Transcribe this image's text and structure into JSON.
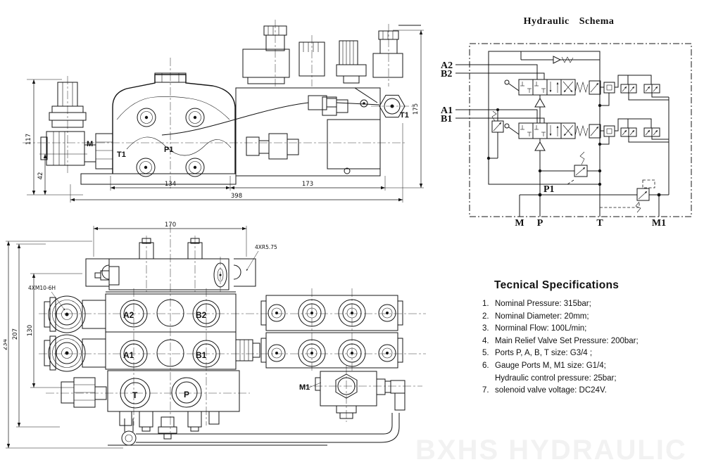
{
  "schema": {
    "title": "Hydraulic Schema",
    "port_labels": {
      "a2": "A2",
      "b2": "B2",
      "a1": "A1",
      "b1": "B1",
      "p1": "P1",
      "m": "M",
      "p": "P",
      "t": "T",
      "m1": "M1"
    }
  },
  "side_view": {
    "dimensions": {
      "height_total": "117",
      "height_lower": "42",
      "width_left": "134",
      "width_right": "173",
      "width_total": "398",
      "height_right": "175"
    },
    "port_labels": {
      "m": "M",
      "t1": "T1",
      "p1": "P1",
      "t1_right": "T1"
    }
  },
  "front_view": {
    "dimensions": {
      "width_top": "170",
      "height_total": "234",
      "height_mid": "207",
      "height_inner": "130"
    },
    "annotations": {
      "bolt_holes": "4XM10-6H",
      "radius": "4XR5.75"
    },
    "port_labels": {
      "a2": "A2",
      "b2": "B2",
      "a1": "A1",
      "b1": "B1",
      "t": "T",
      "p": "P",
      "m1": "M1"
    }
  },
  "specifications": {
    "title": "Tecnical Specifications",
    "items": [
      {
        "num": "1.",
        "text": "Nominal Pressure: 315bar;"
      },
      {
        "num": "2.",
        "text": "Nominal Diameter: 20mm;"
      },
      {
        "num": "3.",
        "text": "Norminal Flow: 100L/min;"
      },
      {
        "num": "4.",
        "text": "Main Relief Valve Set Pressure: 200bar;"
      },
      {
        "num": "5.",
        "text": "Ports P, A, B, T size: G3/4 ;"
      },
      {
        "num": "6.",
        "text": "Gauge Ports M, M1 size: G1/4;"
      },
      {
        "num": "",
        "text": "Hydraulic control pressure: 25bar;"
      },
      {
        "num": "7.",
        "text": "solenoid valve voltage: DC24V."
      }
    ]
  },
  "watermark": "BXHS HYDRAULIC",
  "colors": {
    "line": "#141414",
    "watermark": "#f2f2f2",
    "background": "#ffffff"
  }
}
